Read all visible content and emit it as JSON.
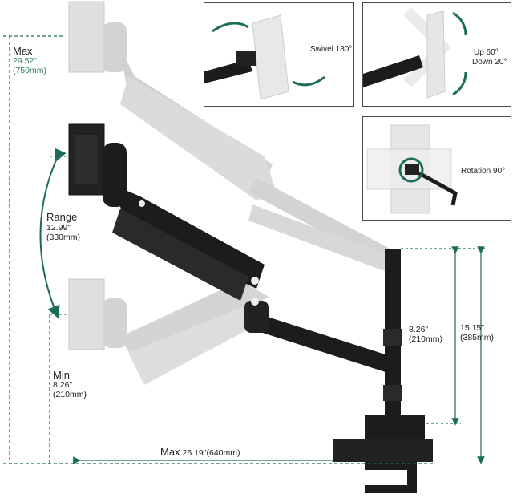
{
  "colors": {
    "accent": "#1d6b5a",
    "arm_black": "#1c1c1c",
    "ghost_gray": "#c9c9c9",
    "panel_border": "#4a4a4a"
  },
  "max_height": {
    "title": "Max",
    "inches": "29.52\"",
    "mm": "(750mm)"
  },
  "range": {
    "title": "Range",
    "inches": "12.99\"",
    "mm": "(330mm)"
  },
  "min_height": {
    "title": "Min",
    "inches": "8.26\"",
    "mm": "(210mm)"
  },
  "pole_upper": {
    "inches": "8.26\"",
    "mm": "(210mm)"
  },
  "pole_total": {
    "inches": "15.15\"",
    "mm": "(385mm)"
  },
  "max_reach": {
    "title": "Max",
    "value": "25.19\"(640mm)"
  },
  "insets": {
    "swivel": "Swivel 180°",
    "tilt_up": "Up 60°",
    "tilt_down": "Down 20°",
    "rotation": "Rotation 90°"
  },
  "icons": [
    "swivel-arrow-icon",
    "tilt-arrow-icon",
    "rotation-arrow-icon",
    "dimension-arrow-icon"
  ]
}
